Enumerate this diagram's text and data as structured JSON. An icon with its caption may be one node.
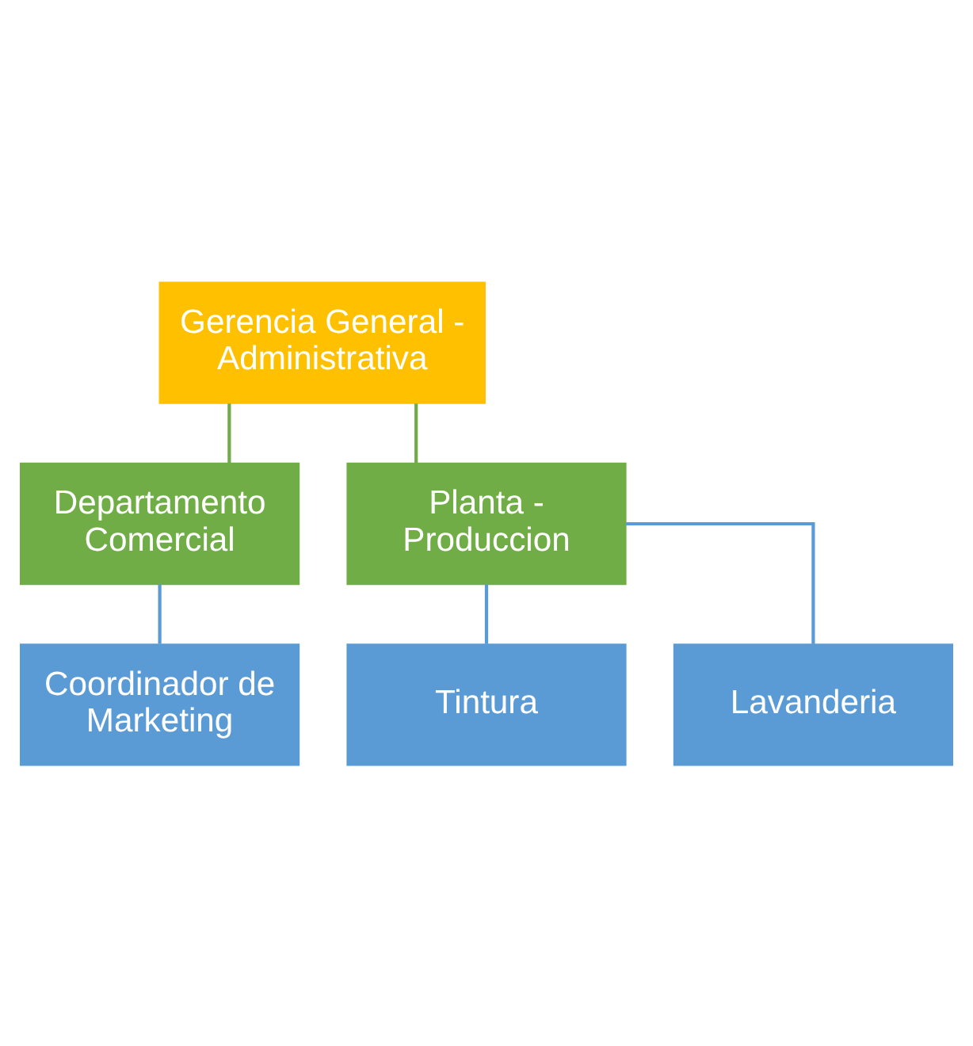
{
  "diagram": {
    "nodes": [
      {
        "text": [
          "Gerencia General - Administrativa"
        ]
      },
      {
        "text": [
          "Departamento Comercial"
        ]
      },
      {
        "text": [
          "Planta - Produccion"
        ]
      },
      {
        "text": [
          "Coordinador de Marketing"
        ]
      },
      {
        "text": [
          "Tintura"
        ]
      },
      {
        "text": [
          "Lavanderia"
        ]
      }
    ],
    "edges": [
      {
        "from": 0,
        "to": 1,
        "arrow": "none",
        "color": "#70ad47"
      },
      {
        "from": 0,
        "to": 2,
        "arrow": "none",
        "color": "#70ad47"
      },
      {
        "from": 1,
        "to": 3,
        "arrow": "none"
      },
      {
        "from": 2,
        "to": 4,
        "arrow": "none"
      },
      {
        "from": 2,
        "to": 5,
        "arrow": "none"
      }
    ]
  }
}
